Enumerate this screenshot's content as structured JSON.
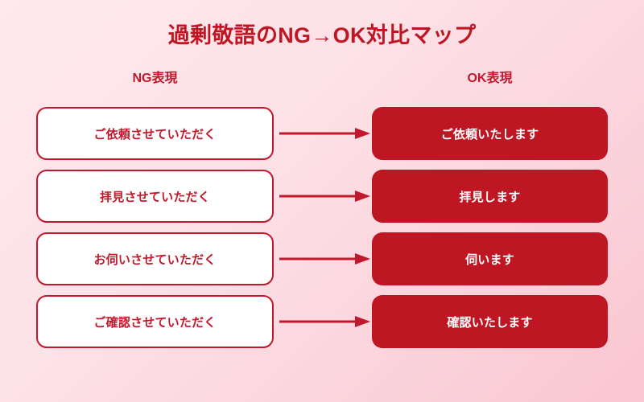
{
  "title": "過剰敬語のNG→OK対比マップ",
  "headers": {
    "ng": "NG表現",
    "ok": "OK表現"
  },
  "colors": {
    "primary_red": "#BE1622",
    "text_red": "#C2182B",
    "card_white": "#FFFFFF",
    "background_start": "#FEE9EC",
    "background_end": "#F9C6D1"
  },
  "icons": {
    "arrow": "arrow-right-icon"
  },
  "rows": [
    {
      "ng": "ご依頼させていただく",
      "ok": "ご依頼いたします"
    },
    {
      "ng": "拝見させていただく",
      "ok": "拝見します"
    },
    {
      "ng": "お伺いさせていただく",
      "ok": "伺います"
    },
    {
      "ng": "ご確認させていただく",
      "ok": "確認いたします"
    }
  ]
}
